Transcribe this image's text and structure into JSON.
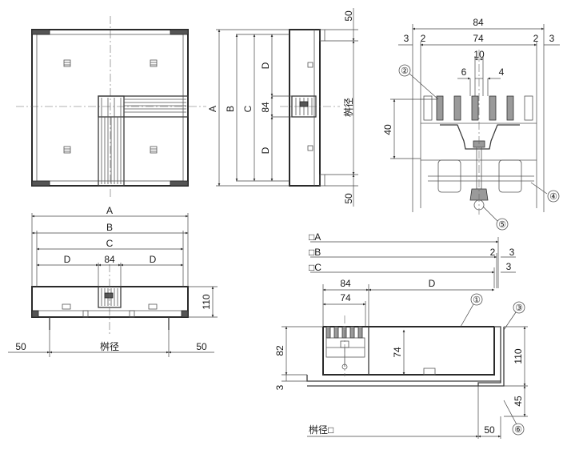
{
  "plan_view": {
    "dims": {
      "a": "A",
      "b": "B",
      "c": "C",
      "d1": "D",
      "d2": "D",
      "mid": "84"
    },
    "offsets": {
      "top": "50",
      "bottom": "50"
    },
    "size_label": "桝径"
  },
  "elevation_view": {
    "dims": {
      "a": "A",
      "b": "B",
      "c": "C",
      "d_left": "D",
      "d_right": "D",
      "mid": "84",
      "height": "110"
    },
    "offsets": {
      "left": "50",
      "right": "50"
    },
    "size_label": "桝径"
  },
  "grate_detail": {
    "dims": {
      "overall": "84",
      "inner": "74",
      "edge_left_outer": "3",
      "edge_left_inner": "2",
      "edge_right_inner": "2",
      "edge_right_outer": "3",
      "pitch": "10",
      "gap_left": "6",
      "gap_right": "4",
      "height": "40"
    },
    "callouts": [
      "②",
      "④",
      "⑤"
    ]
  },
  "section_view": {
    "dims": {
      "a": "□A",
      "b": "□B",
      "c": "□C",
      "w84": "84",
      "d": "D",
      "w74": "74",
      "h74": "74",
      "h82": "82",
      "h3": "3",
      "h110": "110",
      "h45": "45",
      "r2": "2",
      "r3a": "3",
      "r3b": "3",
      "w50": "50"
    },
    "size_label": "桝径□",
    "callouts": [
      "①",
      "③",
      "⑥"
    ]
  }
}
